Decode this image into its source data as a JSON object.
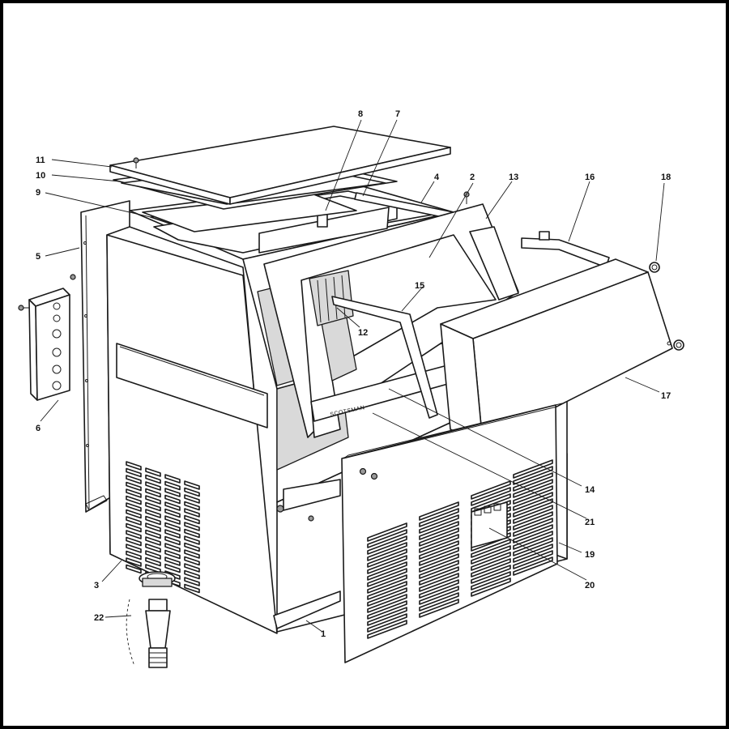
{
  "diagram": {
    "brand_label": "SCOTSMAN",
    "callouts": [
      {
        "id": "1",
        "label": "1"
      },
      {
        "id": "2",
        "label": "2"
      },
      {
        "id": "3",
        "label": "3"
      },
      {
        "id": "4",
        "label": "4"
      },
      {
        "id": "5",
        "label": "5"
      },
      {
        "id": "6",
        "label": "6"
      },
      {
        "id": "7",
        "label": "7"
      },
      {
        "id": "8",
        "label": "8"
      },
      {
        "id": "9",
        "label": "9"
      },
      {
        "id": "10",
        "label": "10"
      },
      {
        "id": "11",
        "label": "11"
      },
      {
        "id": "12",
        "label": "12"
      },
      {
        "id": "13",
        "label": "13"
      },
      {
        "id": "14",
        "label": "14"
      },
      {
        "id": "15",
        "label": "15"
      },
      {
        "id": "16",
        "label": "16"
      },
      {
        "id": "17",
        "label": "17"
      },
      {
        "id": "18",
        "label": "18"
      },
      {
        "id": "19",
        "label": "19"
      },
      {
        "id": "20",
        "label": "20"
      },
      {
        "id": "21",
        "label": "21"
      },
      {
        "id": "22",
        "label": "22"
      }
    ]
  }
}
